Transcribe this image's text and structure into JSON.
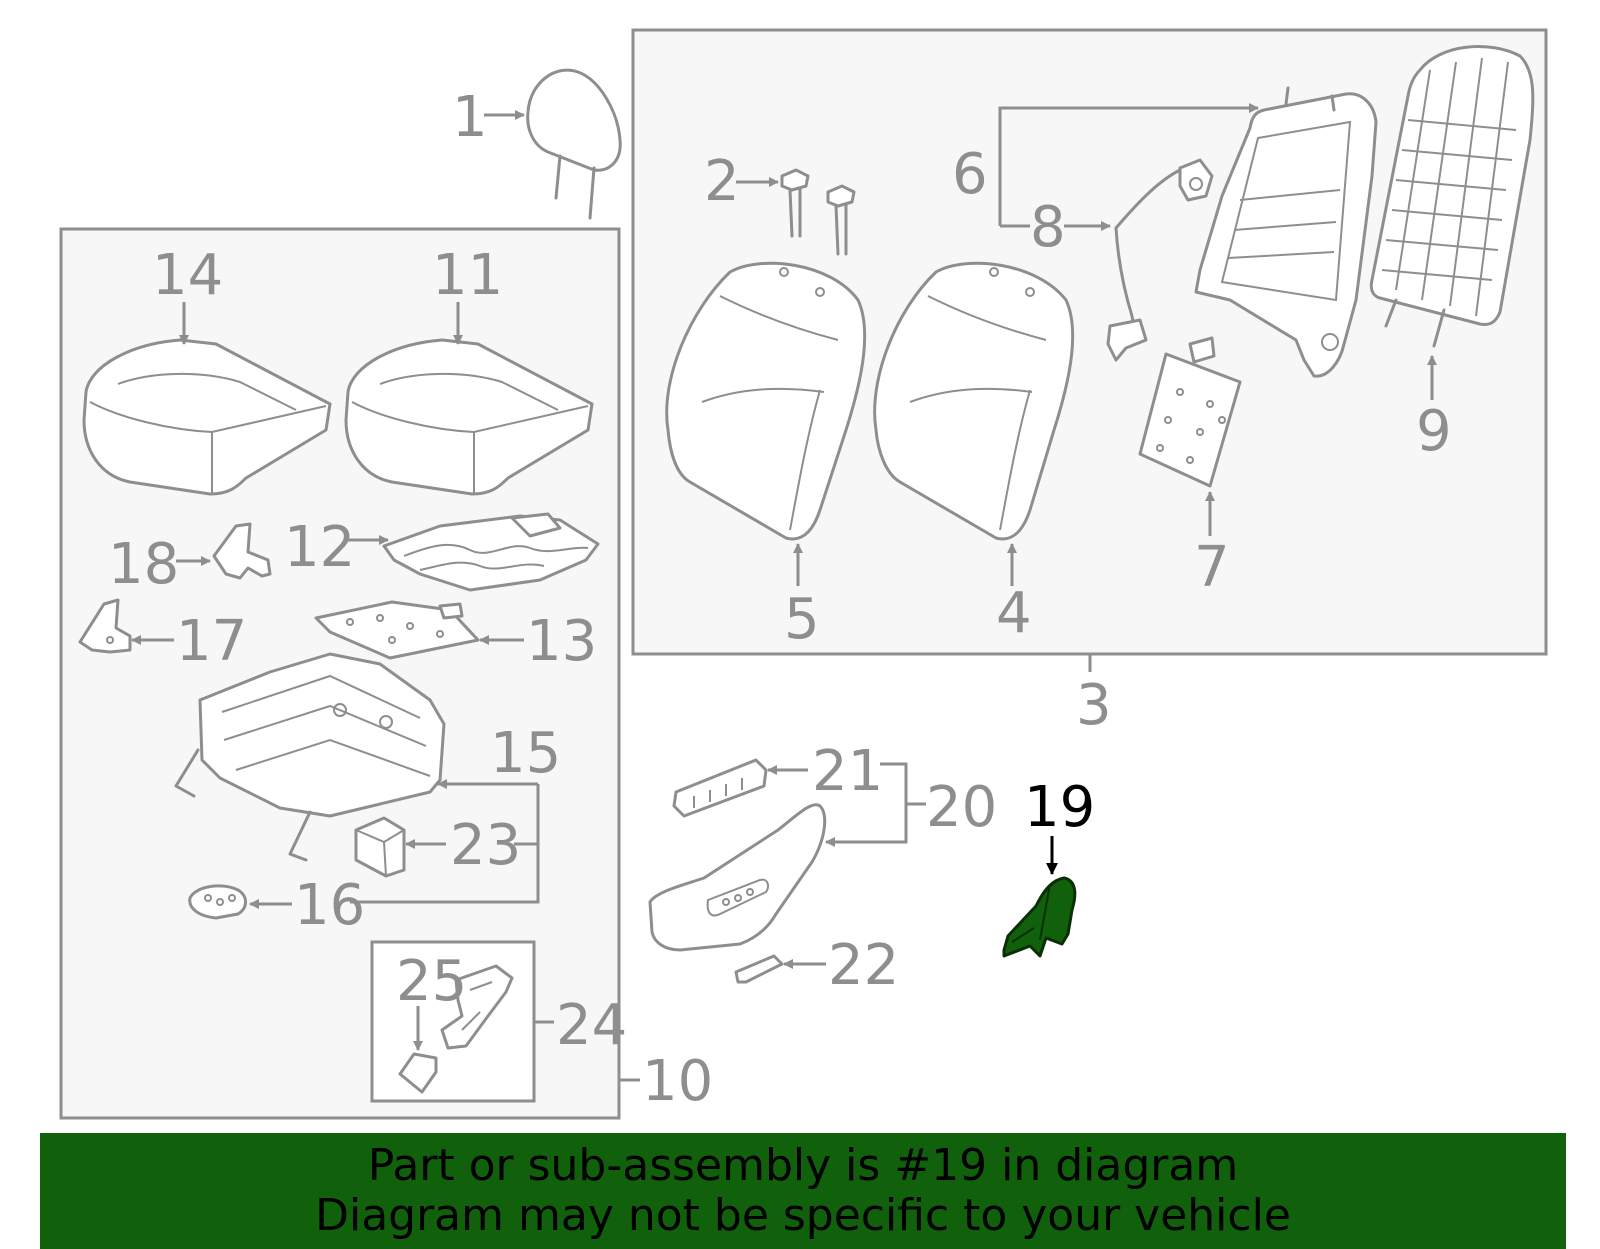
{
  "callouts": {
    "c1": "1",
    "c2": "2",
    "c3": "3",
    "c4": "4",
    "c5": "5",
    "c6": "6",
    "c7": "7",
    "c8": "8",
    "c9": "9",
    "c10": "10",
    "c11": "11",
    "c12": "12",
    "c13": "13",
    "c14": "14",
    "c15": "15",
    "c16": "16",
    "c17": "17",
    "c18": "18",
    "c19": "19",
    "c20": "20",
    "c21": "21",
    "c22": "22",
    "c23": "23",
    "c24": "24",
    "c25": "25"
  },
  "highlight": {
    "part_number": "19",
    "color": "#11600c"
  },
  "banner": {
    "line1": "Part or sub-assembly is #19 in diagram",
    "line2": "Diagram may not be specific to your vehicle",
    "color": "#11600c"
  },
  "colors": {
    "line": "#8e8e8e",
    "panel": "#f7f7f7",
    "callout_highlight": "#000000"
  }
}
